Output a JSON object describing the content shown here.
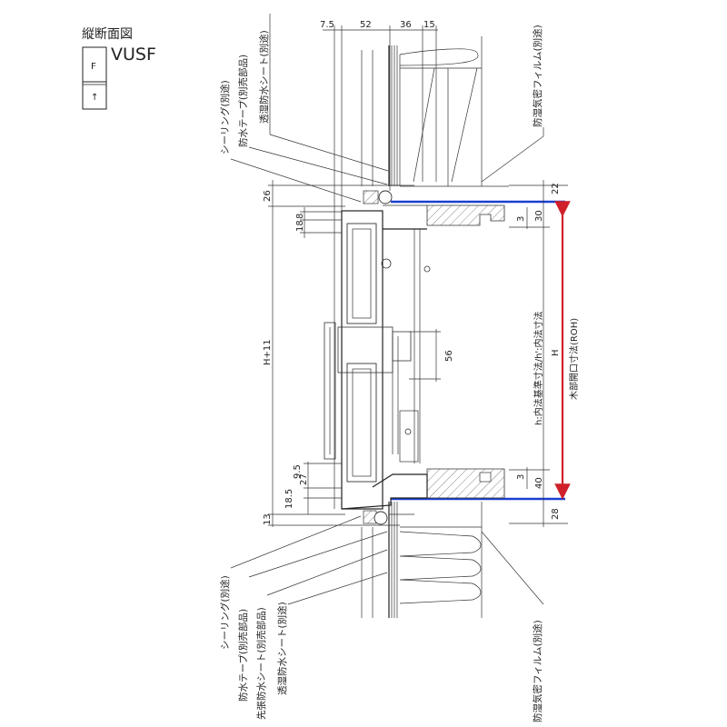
{
  "title": "縦断面図",
  "model": "VUSF",
  "icon": {
    "upper_pane": "F",
    "lower_pane": "↑"
  },
  "dimensions_top": [
    "7.5",
    "52",
    "36",
    "15"
  ],
  "dimensions_left": {
    "top_gap": "26",
    "overall": "H+11",
    "bottom_gap": "13",
    "d8": "8",
    "d18": "18",
    "d9_5": "9.5",
    "d27": "27",
    "d18_5": "18.5"
  },
  "dimensions_center": {
    "d56": "56"
  },
  "dimensions_right": {
    "top": "22",
    "top_3": "3",
    "top_30": "30",
    "bottom_3": "3",
    "bottom_40": "40",
    "bottom": "28",
    "h_label": "h:内法基準寸法/h':内法寸法",
    "H_label": "H",
    "roh_label": "木部開口寸法(ROH)"
  },
  "callouts_top": [
    "シーリング(別途)",
    "防水テープ(別売部品)",
    "透湿防水シート(別途)",
    "防湿気密フィルム(別途)"
  ],
  "callouts_bottom": [
    "シーリング(別途)",
    "防水テープ(別売部品)",
    "先張防水シート(別売部品)",
    "透湿防水シート(別途)",
    "防湿気密フィルム(別途)"
  ],
  "colors": {
    "opening_line": "#1a3fd0",
    "roh_arrow": "#d0202a"
  }
}
